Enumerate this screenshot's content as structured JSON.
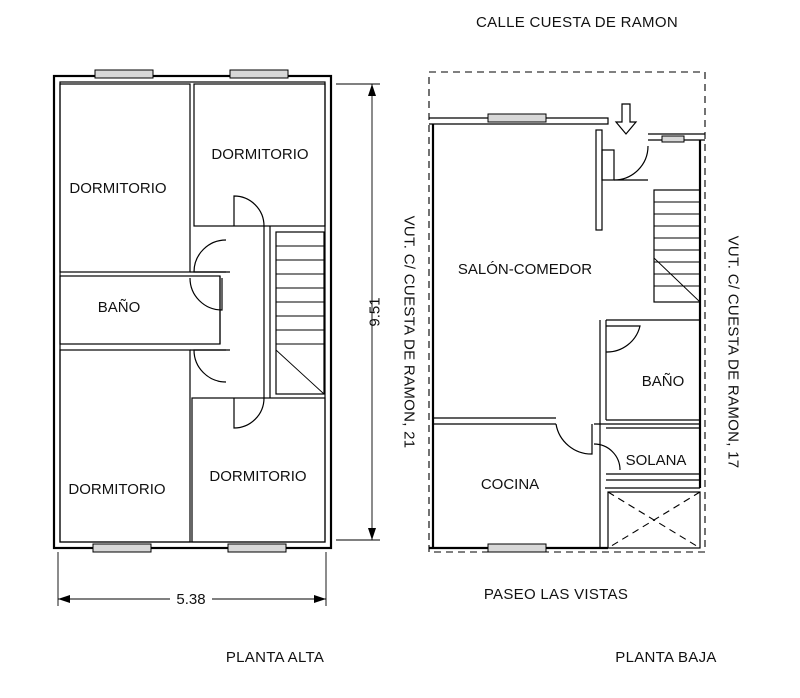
{
  "street_top": "CALLE CUESTA DE RAMON",
  "street_bottom": "PASEO LAS VISTAS",
  "neighbor_left": "VUT. C/ CUESTA DE RAMON, 21",
  "neighbor_right": "VUT. C/ CUESTA DE RAMON, 17",
  "upper_floor": {
    "caption": "PLANTA ALTA",
    "rooms": {
      "bedroom_top_left": "DORMITORIO",
      "bedroom_top_right": "DORMITORIO",
      "bathroom": "BAÑO",
      "bedroom_bottom_left": "DORMITORIO",
      "bedroom_bottom_right": "DORMITORIO"
    },
    "dim_width": "5.38",
    "dim_height": "9.51"
  },
  "ground_floor": {
    "caption": "PLANTA BAJA",
    "rooms": {
      "living_dining": "SALÓN-COMEDOR",
      "bathroom": "BAÑO",
      "kitchen": "COCINA",
      "solana": "SOLANA"
    }
  }
}
